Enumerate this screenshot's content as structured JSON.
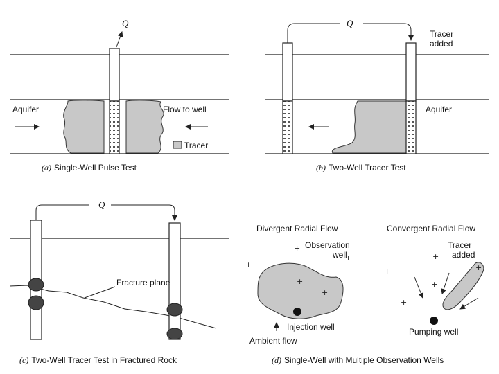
{
  "panel_a": {
    "q_label": "Q",
    "aquifer": "Aquifer",
    "flow": "Flow to well",
    "tracer": "Tracer",
    "caption_letter": "(a)",
    "caption_text": "Single-Well Pulse Test"
  },
  "panel_b": {
    "q_label": "Q",
    "tracer_line1": "Tracer",
    "tracer_line2": "added",
    "aquifer": "Aquifer",
    "caption_letter": "(b)",
    "caption_text": "Two-Well Tracer Test"
  },
  "panel_c": {
    "q_label": "Q",
    "fracture": "Fracture plane",
    "caption_letter": "(c)",
    "caption_text": "Two-Well Tracer Test in Fractured Rock"
  },
  "panel_d": {
    "divergent": "Divergent Radial Flow",
    "observation_line1": "Observation",
    "observation_line2": "well",
    "injection": "Injection well",
    "ambient": "Ambient flow",
    "convergent": "Convergent Radial Flow",
    "tracer_line1": "Tracer",
    "tracer_line2": "added",
    "pumping": "Pumping well",
    "caption_letter": "(d)",
    "caption_text": "Single-Well with Multiple Observation Wells"
  },
  "colors": {
    "plume": "#c8c8c8",
    "ink": "#222222"
  }
}
